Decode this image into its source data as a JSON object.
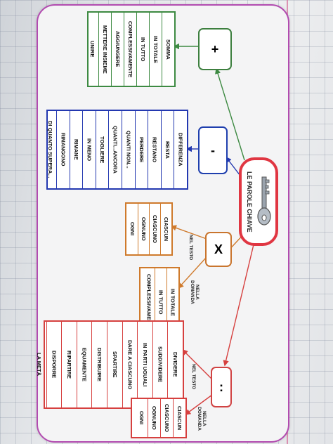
{
  "central": {
    "title": "LE PAROLE CHIAVE"
  },
  "operators": {
    "plus": "+",
    "minus": "-",
    "times": "X",
    "divide": ":"
  },
  "labels": {
    "times_text": "NEL TESTO",
    "times_question": "NELLA DOMANDA",
    "divide_text": "NEL TESTO",
    "divide_question": "NELLA DOMANDA"
  },
  "addition_words": [
    "SOMMA",
    "IN TOTALE",
    "IN TUTTO",
    "COMPLESSIVAMENTE",
    "AGGIUNGERE",
    "METTERE INSIEME",
    "UNIRE"
  ],
  "subtraction_words": [
    "DIFFERENZA",
    "RESTA",
    "RESTANO",
    "PERDERE",
    "QUANTI NON...",
    "QUANTI...ANCORA",
    "TOGLIERE",
    "IN MENO",
    "RIMANE",
    "RIMANGONO",
    "DI QUANTO SUPERA..."
  ],
  "multiplication_text_words": [
    "CIASCUN",
    "CIASCUNO",
    "OGNUNO",
    "OGNI"
  ],
  "multiplication_question_words": [
    "IN TOTALE",
    "IN TUTTO",
    "COMPLESSIVAMENTE"
  ],
  "division_text_words": [
    "DIVIDERE",
    "SUDDIVIDERE",
    "IN PARTI UGUALI",
    "DARE A CIASCUNO",
    "SPARTIRE",
    "DISTRIBUIRE",
    "EQUAMENTE",
    "RIPARTIRE",
    "DISPORRE",
    "LA METÀ"
  ],
  "division_question_words": [
    "CIASCUN",
    "CIASCUNO",
    "OGNUNO",
    "OGNI"
  ],
  "colors": {
    "plus": "#3d8a42",
    "minus": "#2338b0",
    "times": "#cf7a2c",
    "divide": "#d6403f",
    "border": "#b24bb0"
  }
}
